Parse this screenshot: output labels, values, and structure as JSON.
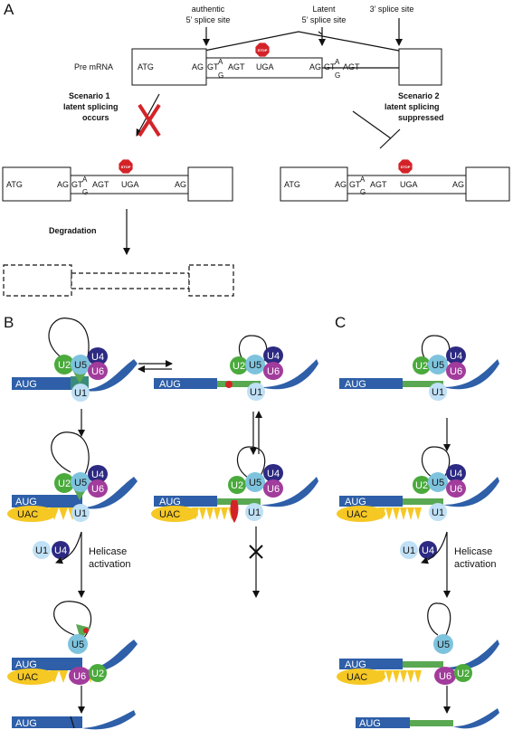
{
  "panels": {
    "a": "A",
    "b": "B",
    "c": "C"
  },
  "labels": {
    "authentic": "authentic",
    "authentic_sub": "5’ splice site",
    "latent": "Latent",
    "latent_sub": "5’ splice site",
    "three_prime": "3’ splice site",
    "pre_mrna": "Pre mRNA",
    "atg": "ATG",
    "ag": "AG",
    "gt": "GT",
    "a_sup": "A",
    "g_sub": "G",
    "agt": "AGT",
    "uga": "UGA",
    "stop": "STOP",
    "scenario1_line1": "Scenario 1",
    "scenario1_line2": "latent splicing",
    "scenario1_line3": "occurs",
    "scenario2_line1": "Scenario 2",
    "scenario2_line2": "latent splicing",
    "scenario2_line3": "suppressed",
    "degradation": "Degradation",
    "aug": "AUG",
    "uac": "UAC",
    "helicase_line1": "Helicase",
    "helicase_line2": "activation"
  },
  "snrnps": {
    "u1": "U1",
    "u2": "U2",
    "u4": "U4",
    "u5": "U5",
    "u6": "U6"
  },
  "colors": {
    "mrna_blue": "#2e5fa8",
    "intron_green": "#5aa852",
    "u1": "#bfe0f5",
    "u2": "#4aaa3c",
    "u4": "#2c2a82",
    "u5": "#7ec3dd",
    "u6": "#a23c9c",
    "uac": "#f6c824",
    "teeth": "#f6c824",
    "red": "#d42328",
    "stop": "#d42328"
  }
}
